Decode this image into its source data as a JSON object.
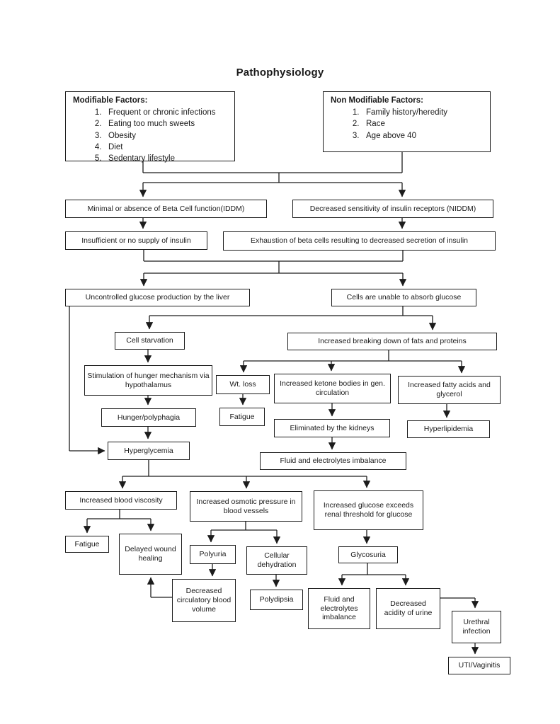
{
  "title": "Pathophysiology",
  "factors": {
    "modifiable": {
      "heading": "Modifiable Factors:",
      "items": [
        "Frequent or chronic infections",
        "Eating too much sweets",
        "Obesity",
        "Diet",
        "Sedentary lifestyle"
      ]
    },
    "non_modifiable": {
      "heading": "Non Modifiable Factors:",
      "items": [
        "Family history/heredity",
        "Race",
        "Age above 40"
      ]
    }
  },
  "nodes": {
    "iddm": "Minimal or absence of Beta Cell function(IDDM)",
    "niddm": "Decreased sensitivity of insulin receptors (NIDDM)",
    "insufficient_insulin": "Insufficient or no supply of insulin",
    "exhaustion_beta_cells": "Exhaustion of beta cells resulting to decreased secretion of insulin",
    "uncontrolled_glucose": "Uncontrolled glucose production by the liver",
    "cells_unable": "Cells are unable to absorb glucose",
    "cell_starvation": "Cell starvation",
    "increased_breakdown": "Increased breaking down of fats and proteins",
    "stimulation_hunger": "Stimulation of hunger mechanism via hypothalamus",
    "wt_loss": "Wt. loss",
    "ketone_bodies": "Increased ketone bodies in gen. circulation",
    "fatty_acids": "Increased fatty acids and glycerol",
    "hunger_polyphagia": "Hunger/polyphagia",
    "fatigue_wt": "Fatigue",
    "eliminated_kidneys": "Eliminated by the kidneys",
    "hyperlipidemia": "Hyperlipidemia",
    "hyperglycemia": "Hyperglycemia",
    "fluid_imbalance_1": "Fluid and electrolytes imbalance",
    "blood_viscosity": "Increased blood viscosity",
    "osmotic_pressure": "Increased osmotic pressure in blood vessels",
    "renal_threshold": "Increased glucose exceeds renal threshold for glucose",
    "fatigue_viscosity": "Fatigue",
    "delayed_healing": "Delayed wound healing",
    "polyuria": "Polyuria",
    "cellular_dehydration": "Cellular dehydration",
    "glycosuria": "Glycosuria",
    "decreased_circulatory": "Decreased circulatory blood volume",
    "polydipsia": "Polydipsia",
    "fluid_imbalance_2": "Fluid and electrolytes imbalance",
    "decreased_acidity": "Decreased acidity of urine",
    "urethral_infection": "Urethral infection",
    "uti_vaginitis": "UTI/Vaginitis"
  }
}
